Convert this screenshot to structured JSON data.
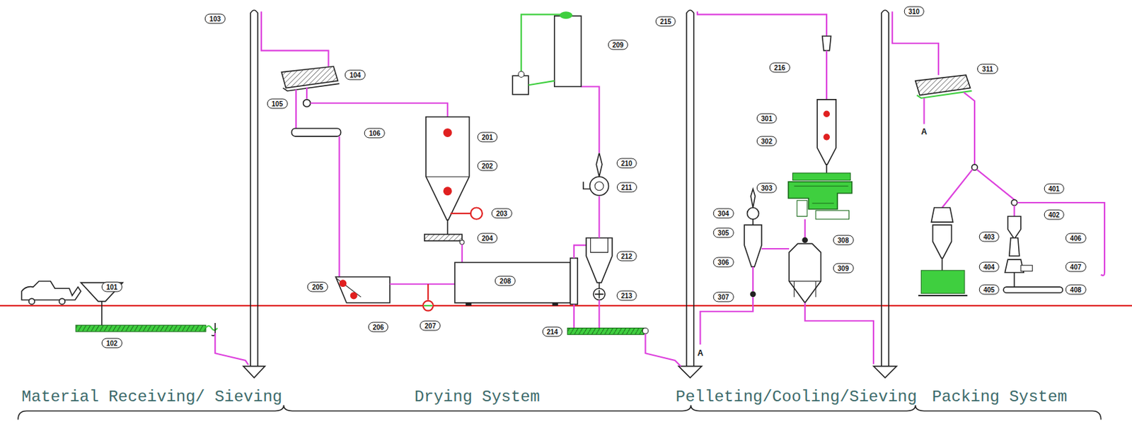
{
  "diagram": {
    "labels": [
      "101",
      "102",
      "103",
      "104",
      "105",
      "106",
      "201",
      "202",
      "203",
      "204",
      "205",
      "206",
      "207",
      "208",
      "209",
      "210",
      "211",
      "212",
      "213",
      "214",
      "215",
      "216",
      "301",
      "302",
      "303",
      "304",
      "305",
      "306",
      "307",
      "308",
      "309",
      "310",
      "311",
      "401",
      "402",
      "403",
      "404",
      "405",
      "406",
      "407",
      "408",
      "A",
      "A",
      "Material Receiving/ Sieving",
      "Drying System",
      "Pelleting/Cooling/Sieving",
      "Packing System"
    ]
  }
}
